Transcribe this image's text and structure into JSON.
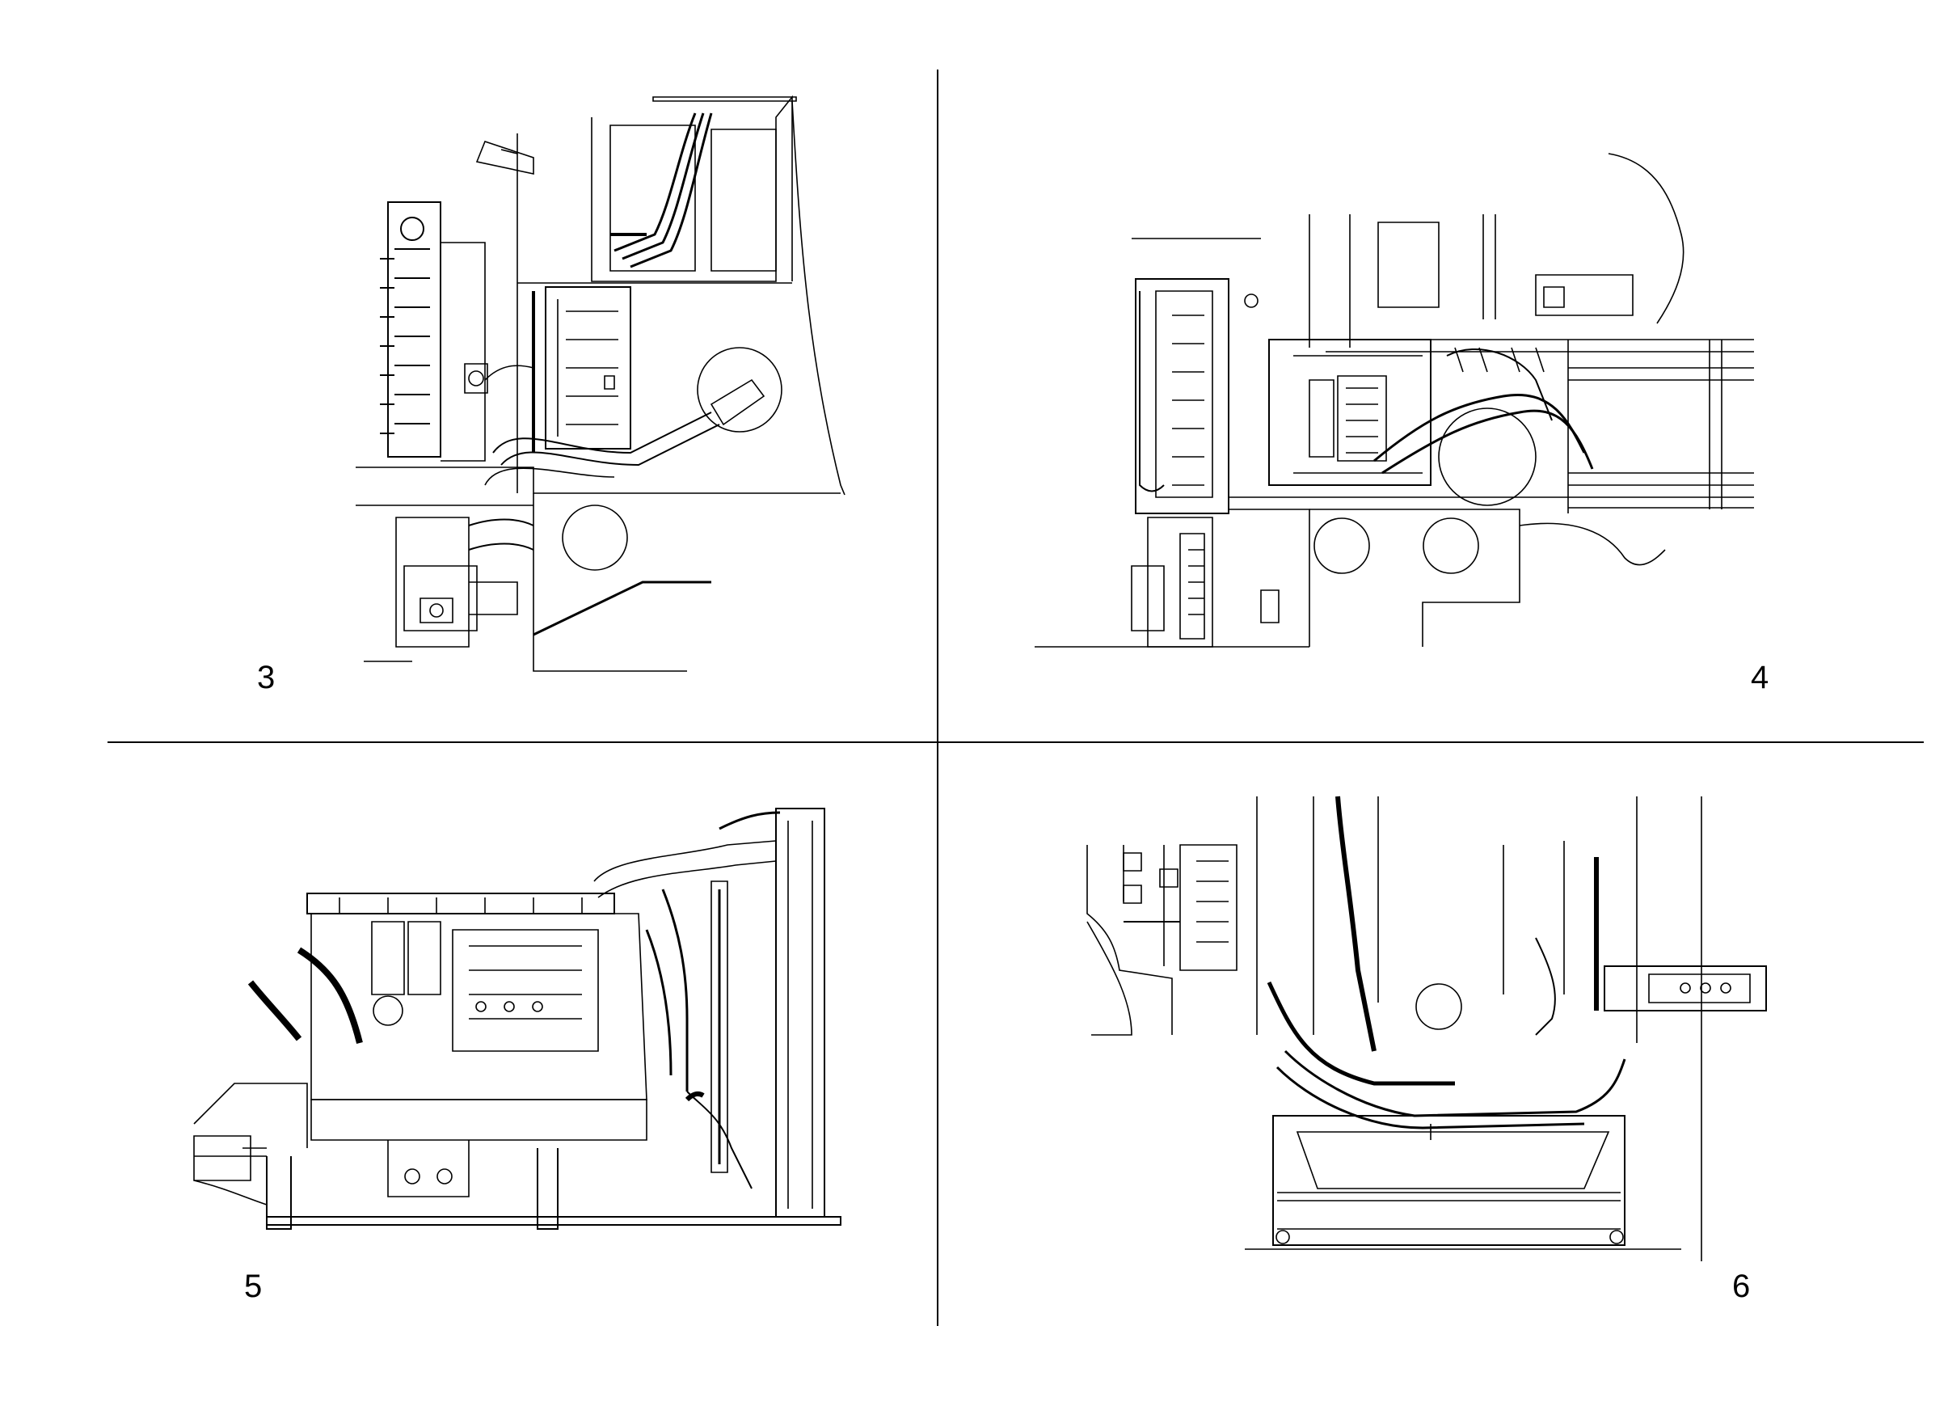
{
  "figure": {
    "panels": [
      {
        "id": "panel-3",
        "label": "3"
      },
      {
        "id": "panel-4",
        "label": "4"
      },
      {
        "id": "panel-5",
        "label": "5"
      },
      {
        "id": "panel-6",
        "label": "6"
      }
    ]
  },
  "colors": {
    "ink": "#000000",
    "paper": "#ffffff"
  }
}
